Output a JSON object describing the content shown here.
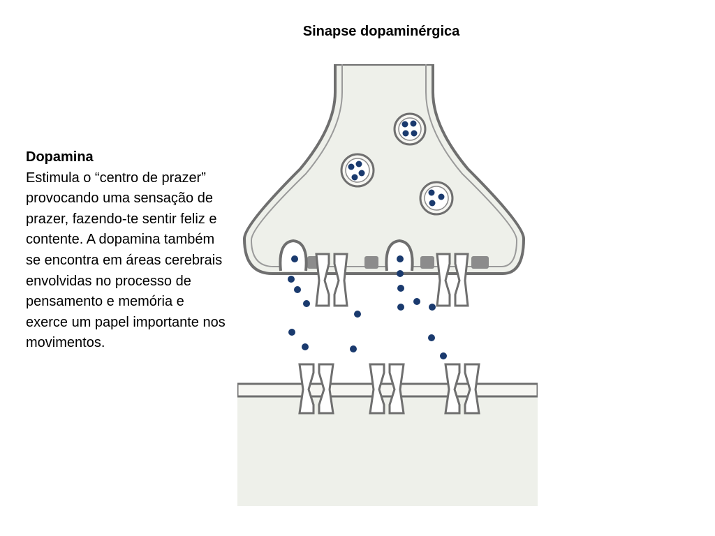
{
  "slide": {
    "title": "Sinapse dopaminérgica"
  },
  "text": {
    "heading": "Dopamina",
    "body": "Estimula o “centro de prazer” provocando uma sensação de prazer, fazendo-te sentir feliz e contente. A dopamina também se encontra em áreas cerebrais envolvidas no processo de pensamento e memória e exerce um papel importante nos movimentos."
  },
  "diagram": {
    "colors": {
      "cell_fill": "#eef0ea",
      "membrane_stroke": "#6f6f6f",
      "dopamine_dot": "#1a3a6e",
      "transporter_fill": "#8c8c8c"
    }
  }
}
